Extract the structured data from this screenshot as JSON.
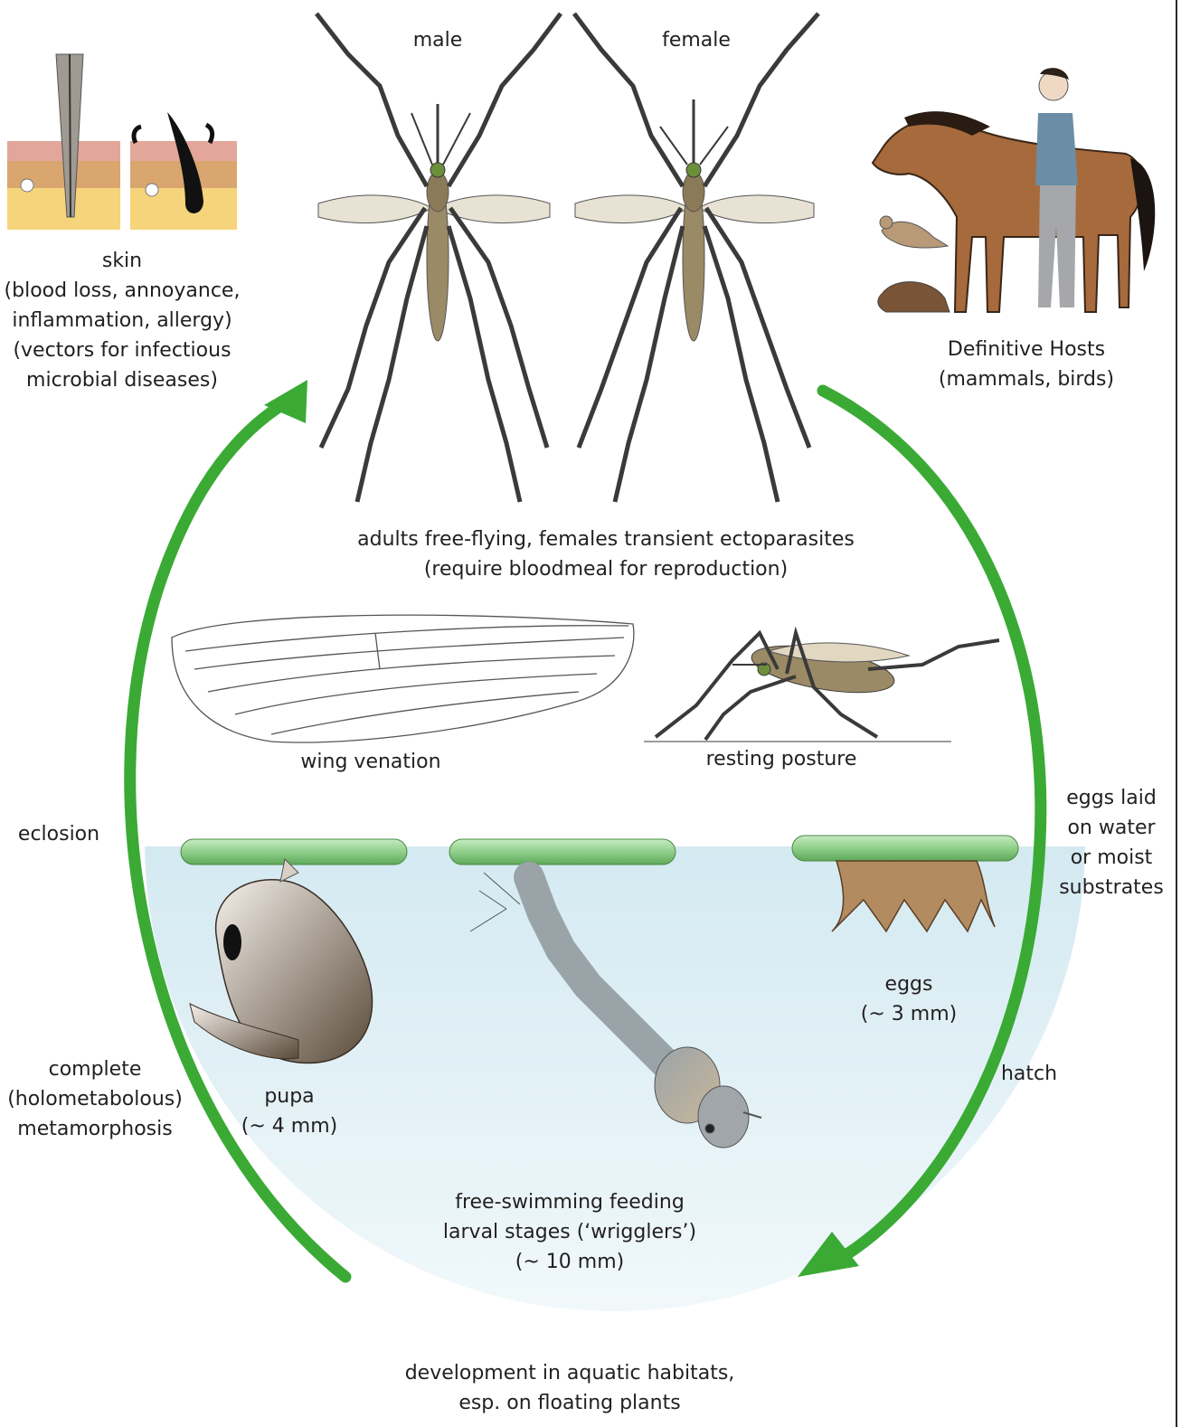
{
  "colors": {
    "arrow": "#3aaa35",
    "water_top": "#dceef4",
    "water_deep": "#9fcfe0",
    "stem": "#8fcf8a",
    "mosquito_body": "#9b8a66",
    "leg": "#3a3a3a",
    "horse": "#a66a3c",
    "mane": "#2a1c12",
    "skin_top": "#e2a79a",
    "skin_mid": "#d8a46e",
    "skin_fat": "#f6d47b"
  },
  "labels": {
    "male": "male",
    "female": "female",
    "skin": [
      "skin",
      "(blood loss, annoyance,",
      "inflammation, allergy)",
      "(vectors for infectious",
      "microbial diseases)"
    ],
    "hosts": [
      "Definitive Hosts",
      "(mammals, birds)"
    ],
    "adults": [
      "adults free-flying, females transient ectoparasites",
      "(require bloodmeal for reproduction)"
    ],
    "wing": "wing venation",
    "resting": "resting posture",
    "eclosion": "eclosion",
    "eggs_laid": [
      "eggs laid",
      "on water",
      "or moist",
      "substrates"
    ],
    "eggs": [
      "eggs",
      "(~ 3 mm)"
    ],
    "hatch": "hatch",
    "metamorphosis": [
      "complete",
      "(holometabolous)",
      "metamorphosis"
    ],
    "pupa": [
      "pupa",
      "(~ 4 mm)"
    ],
    "larva": [
      "free-swimming feeding",
      "larval stages  (‘wrigglers’)",
      "(~ 10 mm)"
    ],
    "development": [
      "development in aquatic habitats,",
      "esp. on floating plants"
    ]
  }
}
